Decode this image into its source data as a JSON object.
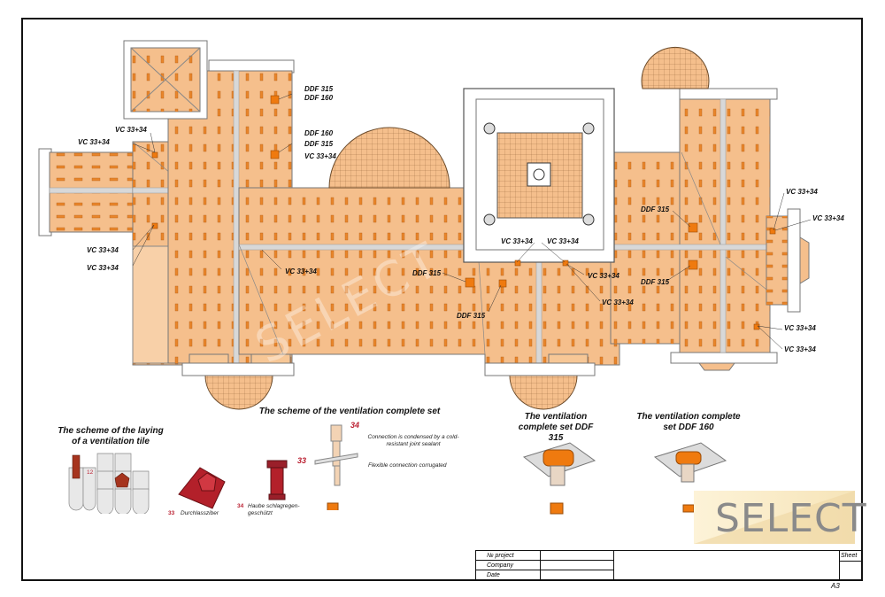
{
  "plan": {
    "labels": [
      {
        "id": "l1",
        "text": "DDF 315"
      },
      {
        "id": "l2",
        "text": "DDF 160"
      },
      {
        "id": "l3",
        "text": "VC 33+34"
      },
      {
        "id": "l4",
        "text": "VC 33+34"
      },
      {
        "id": "l5",
        "text": "DDF 160"
      },
      {
        "id": "l6",
        "text": "DDF 315"
      },
      {
        "id": "l7",
        "text": "VC 33+34"
      },
      {
        "id": "l8",
        "text": "VC 33+34"
      },
      {
        "id": "l9",
        "text": "VC 33+34"
      },
      {
        "id": "l10",
        "text": "VC 33+34"
      },
      {
        "id": "l11",
        "text": "DDF 315"
      },
      {
        "id": "l12",
        "text": "DDF 315"
      },
      {
        "id": "l13",
        "text": "VC 33+34"
      },
      {
        "id": "l14",
        "text": "VC 33+34"
      },
      {
        "id": "l15",
        "text": "VC 33+34"
      },
      {
        "id": "l16",
        "text": "VC 33+34"
      },
      {
        "id": "l17",
        "text": "DDF 315"
      },
      {
        "id": "l18",
        "text": "DDF 315"
      },
      {
        "id": "l19",
        "text": "VC 33+34"
      },
      {
        "id": "l20",
        "text": "VC 33+34"
      },
      {
        "id": "l21",
        "text": "VC 33+34"
      },
      {
        "id": "l22",
        "text": "VC 33+34"
      }
    ],
    "watermark": "SELECT"
  },
  "legend": {
    "tile_scheme_title": "The scheme of the laying of a ventilation tile",
    "tile_marker": "12",
    "part33_num": "33",
    "part33_name": "Durchlassziber",
    "part34_num": "34",
    "part34_name": "Haube schlagregen-geschützt",
    "vent_set_title": "The scheme of the ventilation complete set",
    "vent_num34": "34",
    "vent_num33": "33",
    "vent_note1": "Connection is condensed by a cold-resistant joint sealant",
    "vent_note2": "Flexible connection corrugated",
    "ddf315_title": "The ventilation complete set DDF 315",
    "ddf160_title": "The ventilation complete set DDF 160"
  },
  "logo": {
    "text": "SELECT"
  },
  "title_block": {
    "row1": "№ project",
    "row2": "Company",
    "row3": "Date",
    "sheet": "Sheet",
    "format": "A3"
  },
  "colors": {
    "roof": "#f5bf8c",
    "tile": "#ea7d1a",
    "outline": "#555555",
    "stone": "#c9c9c9"
  }
}
